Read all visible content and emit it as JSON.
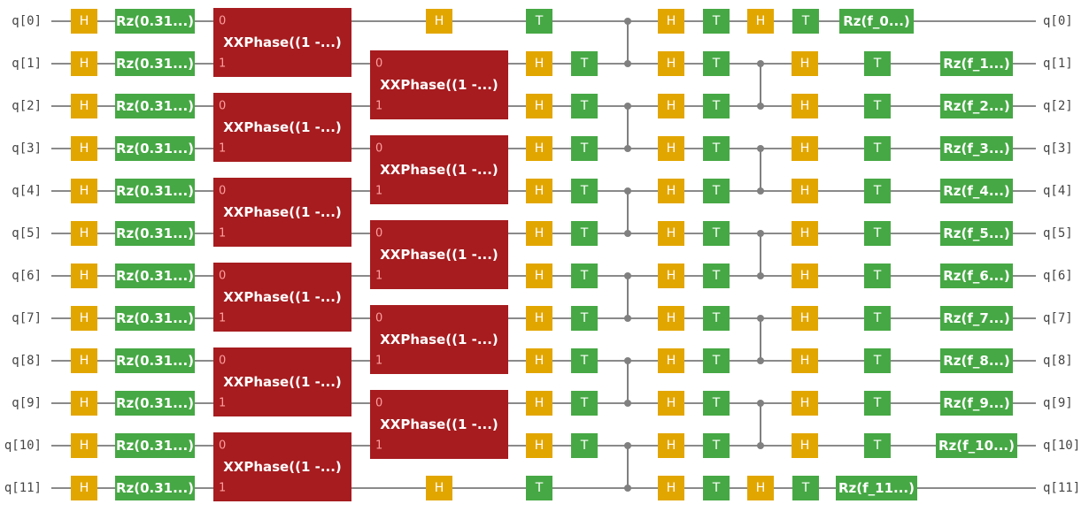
{
  "colors": {
    "h_gate": "#e2a600",
    "t_gate": "#46a844",
    "rz_gate": "#46a844",
    "xxphase_gate": "#a61c1f",
    "port_label": "#ff9e9e",
    "wire": "#8a8a8a",
    "control": "#808080"
  },
  "qubits": [
    "q[0]",
    "q[1]",
    "q[2]",
    "q[3]",
    "q[4]",
    "q[5]",
    "q[6]",
    "q[7]",
    "q[8]",
    "q[9]",
    "q[10]",
    "q[11]"
  ],
  "gate_labels": {
    "h": "H",
    "t": "T",
    "rz_initial": "Rz(0.31...)",
    "xxphase": "XXPhase((1 -...)",
    "port_0": "0",
    "port_1": "1"
  },
  "final_rz": [
    "Rz(f_0...)",
    "Rz(f_1...)",
    "Rz(f_2...)",
    "Rz(f_3...)",
    "Rz(f_4...)",
    "Rz(f_5...)",
    "Rz(f_6...)",
    "Rz(f_7...)",
    "Rz(f_8...)",
    "Rz(f_9...)",
    "Rz(f_10...)",
    "Rz(f_11...)"
  ],
  "layers": {
    "xxphase_first": [
      [
        0,
        1
      ],
      [
        2,
        3
      ],
      [
        4,
        5
      ],
      [
        6,
        7
      ],
      [
        8,
        9
      ],
      [
        10,
        11
      ]
    ],
    "xxphase_second": [
      [
        1,
        2
      ],
      [
        3,
        4
      ],
      [
        5,
        6
      ],
      [
        7,
        8
      ],
      [
        9,
        10
      ]
    ],
    "controls_first": [
      [
        0,
        1
      ],
      [
        2,
        3
      ],
      [
        4,
        5
      ],
      [
        6,
        7
      ],
      [
        8,
        9
      ],
      [
        10,
        11
      ]
    ],
    "controls_second": [
      [
        1,
        2
      ],
      [
        3,
        4
      ],
      [
        5,
        6
      ],
      [
        7,
        8
      ],
      [
        9,
        10
      ]
    ]
  }
}
